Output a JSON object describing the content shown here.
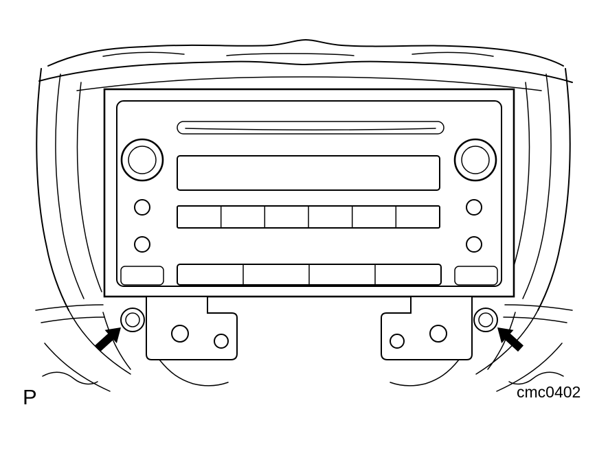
{
  "page": {
    "background_color": "#ffffff",
    "line_color": "#000000",
    "arrow_fill_color": "#000000"
  },
  "figure": {
    "part_label": "P",
    "figure_code": "cmc0402",
    "icons": {
      "left_arrow": "solid-arrow-pointing-up-right-at-left-screw",
      "right_arrow": "solid-arrow-pointing-up-left-at-right-screw"
    }
  }
}
